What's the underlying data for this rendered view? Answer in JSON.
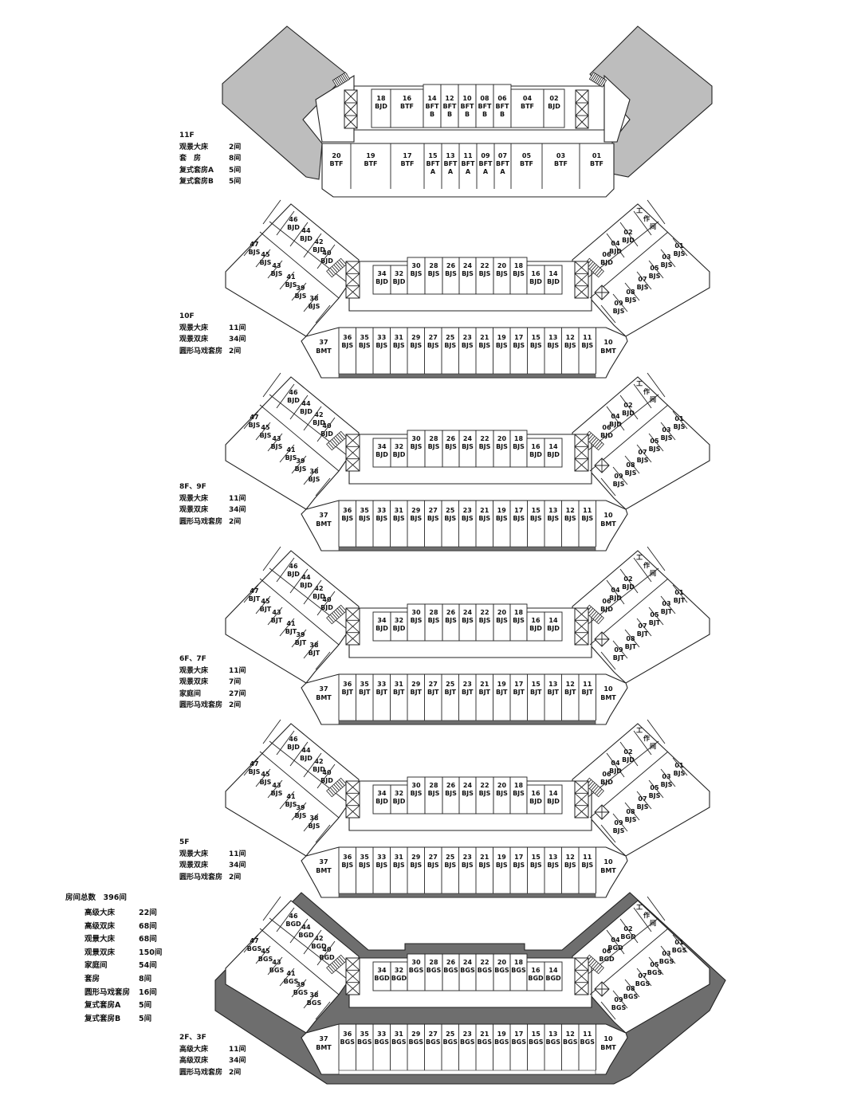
{
  "floors": [
    {
      "id": "11F",
      "label": "11F",
      "legend": [
        [
          "观景大床",
          "2间"
        ],
        [
          "套　房",
          "8间"
        ],
        [
          "复式套房A",
          "5间"
        ],
        [
          "复式套房B",
          "5间"
        ]
      ],
      "top_rooms": [
        [
          "18",
          "BJD"
        ],
        [
          "16",
          "BTF"
        ],
        [
          "14",
          "BFT",
          "B"
        ],
        [
          "12",
          "BFT",
          "B"
        ],
        [
          "10",
          "BFT",
          "B"
        ],
        [
          "08",
          "BFT",
          "B"
        ],
        [
          "06",
          "BFT",
          "B"
        ],
        [
          "04",
          "BTF"
        ],
        [
          "02",
          "BJD"
        ]
      ],
      "bottom_rooms": [
        [
          "20",
          "BTF"
        ],
        [
          "19",
          "BTF"
        ],
        [
          "17",
          "BTF"
        ],
        [
          "15",
          "BFT",
          "A"
        ],
        [
          "13",
          "BFT",
          "A"
        ],
        [
          "11",
          "BFT",
          "A"
        ],
        [
          "09",
          "BFT",
          "A"
        ],
        [
          "07",
          "BFT",
          "A"
        ],
        [
          "05",
          "BTF"
        ],
        [
          "03",
          "BTF"
        ],
        [
          "01",
          "BTF"
        ]
      ]
    },
    {
      "id": "10F",
      "label": "10F",
      "legend": [
        [
          "观景大床",
          "11间"
        ],
        [
          "观景双床",
          "34间"
        ],
        [
          "圆形马戏套房",
          "2间"
        ]
      ],
      "left_outer": [
        [
          "46",
          "BJD"
        ],
        [
          "44",
          "BJD"
        ],
        [
          "42",
          "BJD"
        ],
        [
          "40",
          "BJD"
        ]
      ],
      "left_inner": [
        [
          "47",
          "BJS"
        ],
        [
          "45",
          "BJS"
        ],
        [
          "43",
          "BJS"
        ],
        [
          "41",
          "BJS"
        ],
        [
          "39",
          "BJS"
        ],
        [
          "38",
          "BJS"
        ]
      ],
      "right_outer": [
        [
          "02",
          "BJD"
        ],
        [
          "04",
          "BJD"
        ],
        [
          "06",
          "BJD"
        ]
      ],
      "right_inner": [
        [
          "01",
          "BJS"
        ],
        [
          "03",
          "BJS"
        ],
        [
          "05",
          "BJS"
        ],
        [
          "07",
          "BJS"
        ],
        [
          "08",
          "BJS"
        ],
        [
          "09",
          "BJS"
        ]
      ],
      "mid_rooms": [
        [
          "34",
          "BJD"
        ],
        [
          "32",
          "BJD"
        ],
        [
          "30",
          "BJS"
        ],
        [
          "28",
          "BJS"
        ],
        [
          "26",
          "BJS"
        ],
        [
          "24",
          "BJS"
        ],
        [
          "22",
          "BJS"
        ],
        [
          "20",
          "BJS"
        ],
        [
          "18",
          "BJS"
        ],
        [
          "16",
          "BJD"
        ],
        [
          "14",
          "BJD"
        ]
      ],
      "bottom_end_left": [
        "37",
        "BMT"
      ],
      "bottom_rooms": [
        [
          "36",
          "BJS"
        ],
        [
          "35",
          "BJS"
        ],
        [
          "33",
          "BJS"
        ],
        [
          "31",
          "BJS"
        ],
        [
          "29",
          "BJS"
        ],
        [
          "27",
          "BJS"
        ],
        [
          "25",
          "BJS"
        ],
        [
          "23",
          "BJS"
        ],
        [
          "21",
          "BJS"
        ],
        [
          "19",
          "BJS"
        ],
        [
          "17",
          "BJS"
        ],
        [
          "15",
          "BJS"
        ],
        [
          "13",
          "BJS"
        ],
        [
          "12",
          "BJS"
        ],
        [
          "11",
          "BJS"
        ]
      ],
      "bottom_end_right": [
        "10",
        "BMT"
      ],
      "work_label": [
        "工",
        "作",
        "间"
      ]
    },
    {
      "id": "8F9F",
      "label": "8F、9F",
      "legend": [
        [
          "观景大床",
          "11间"
        ],
        [
          "观景双床",
          "34间"
        ],
        [
          "圆形马戏套房",
          "2间"
        ]
      ],
      "left_outer": [
        [
          "46",
          "BJD"
        ],
        [
          "44",
          "BJD"
        ],
        [
          "42",
          "BJD"
        ],
        [
          "40",
          "BJD"
        ]
      ],
      "left_inner": [
        [
          "47",
          "BJS"
        ],
        [
          "45",
          "BJS"
        ],
        [
          "43",
          "BJS"
        ],
        [
          "41",
          "BJS"
        ],
        [
          "39",
          "BJS"
        ],
        [
          "38",
          "BJS"
        ]
      ],
      "right_outer": [
        [
          "02",
          "BJD"
        ],
        [
          "04",
          "BJD"
        ],
        [
          "06",
          "BJD"
        ]
      ],
      "right_inner": [
        [
          "01",
          "BJS"
        ],
        [
          "03",
          "BJS"
        ],
        [
          "05",
          "BJS"
        ],
        [
          "07",
          "BJS"
        ],
        [
          "08",
          "BJS"
        ],
        [
          "09",
          "BJS"
        ]
      ],
      "mid_rooms": [
        [
          "34",
          "BJD"
        ],
        [
          "32",
          "BJD"
        ],
        [
          "30",
          "BJS"
        ],
        [
          "28",
          "BJS"
        ],
        [
          "26",
          "BJS"
        ],
        [
          "24",
          "BJS"
        ],
        [
          "22",
          "BJS"
        ],
        [
          "20",
          "BJS"
        ],
        [
          "18",
          "BJS"
        ],
        [
          "16",
          "BJD"
        ],
        [
          "14",
          "BJD"
        ]
      ],
      "bottom_end_left": [
        "37",
        "BMT"
      ],
      "bottom_rooms": [
        [
          "36",
          "BJS"
        ],
        [
          "35",
          "BJS"
        ],
        [
          "33",
          "BJS"
        ],
        [
          "31",
          "BJS"
        ],
        [
          "29",
          "BJS"
        ],
        [
          "27",
          "BJS"
        ],
        [
          "25",
          "BJS"
        ],
        [
          "23",
          "BJS"
        ],
        [
          "21",
          "BJS"
        ],
        [
          "19",
          "BJS"
        ],
        [
          "17",
          "BJS"
        ],
        [
          "15",
          "BJS"
        ],
        [
          "13",
          "BJS"
        ],
        [
          "12",
          "BJS"
        ],
        [
          "11",
          "BJS"
        ]
      ],
      "bottom_end_right": [
        "10",
        "BMT"
      ],
      "work_label": [
        "工",
        "作",
        "间"
      ]
    },
    {
      "id": "6F7F",
      "label": "6F、7F",
      "legend": [
        [
          "观景大床",
          "11间"
        ],
        [
          "观景双床",
          "7间"
        ],
        [
          "家庭间",
          "27间"
        ],
        [
          "圆形马戏套房",
          "2间"
        ]
      ],
      "left_outer": [
        [
          "46",
          "BJD"
        ],
        [
          "44",
          "BJD"
        ],
        [
          "42",
          "BJD"
        ],
        [
          "40",
          "BJD"
        ]
      ],
      "left_inner": [
        [
          "47",
          "BJT"
        ],
        [
          "45",
          "BJT"
        ],
        [
          "43",
          "BJT"
        ],
        [
          "41",
          "BJT"
        ],
        [
          "39",
          "BJT"
        ],
        [
          "38",
          "BJT"
        ]
      ],
      "right_outer": [
        [
          "02",
          "BJD"
        ],
        [
          "04",
          "BJD"
        ],
        [
          "06",
          "BJD"
        ]
      ],
      "right_inner": [
        [
          "01",
          "BJT"
        ],
        [
          "03",
          "BJT"
        ],
        [
          "05",
          "BJT"
        ],
        [
          "07",
          "BJT"
        ],
        [
          "08",
          "BJT"
        ],
        [
          "09",
          "BJT"
        ]
      ],
      "mid_rooms": [
        [
          "34",
          "BJD"
        ],
        [
          "32",
          "BJD"
        ],
        [
          "30",
          "BJS"
        ],
        [
          "28",
          "BJS"
        ],
        [
          "26",
          "BJS"
        ],
        [
          "24",
          "BJS"
        ],
        [
          "22",
          "BJS"
        ],
        [
          "20",
          "BJS"
        ],
        [
          "18",
          "BJS"
        ],
        [
          "16",
          "BJD"
        ],
        [
          "14",
          "BJD"
        ]
      ],
      "bottom_end_left": [
        "37",
        "BMT"
      ],
      "bottom_rooms": [
        [
          "36",
          "BJT"
        ],
        [
          "35",
          "BJT"
        ],
        [
          "33",
          "BJT"
        ],
        [
          "31",
          "BJT"
        ],
        [
          "29",
          "BJT"
        ],
        [
          "27",
          "BJT"
        ],
        [
          "25",
          "BJT"
        ],
        [
          "23",
          "BJT"
        ],
        [
          "21",
          "BJT"
        ],
        [
          "19",
          "BJT"
        ],
        [
          "17",
          "BJT"
        ],
        [
          "15",
          "BJT"
        ],
        [
          "13",
          "BJT"
        ],
        [
          "12",
          "BJT"
        ],
        [
          "11",
          "BJT"
        ]
      ],
      "bottom_end_right": [
        "10",
        "BMT"
      ],
      "work_label": [
        "工",
        "作",
        "间"
      ]
    },
    {
      "id": "5F",
      "label": "5F",
      "legend": [
        [
          "观景大床",
          "11间"
        ],
        [
          "观景双床",
          "34间"
        ],
        [
          "圆形马戏套房",
          "2间"
        ]
      ],
      "left_outer": [
        [
          "46",
          "BJD"
        ],
        [
          "44",
          "BJD"
        ],
        [
          "42",
          "BJD"
        ],
        [
          "40",
          "BJD"
        ]
      ],
      "left_inner": [
        [
          "47",
          "BJS"
        ],
        [
          "45",
          "BJS"
        ],
        [
          "43",
          "BJS"
        ],
        [
          "41",
          "BJS"
        ],
        [
          "39",
          "BJS"
        ],
        [
          "38",
          "BJS"
        ]
      ],
      "right_outer": [
        [
          "02",
          "BJD"
        ],
        [
          "04",
          "BJD"
        ],
        [
          "06",
          "BJD"
        ]
      ],
      "right_inner": [
        [
          "01",
          "BJS"
        ],
        [
          "03",
          "BJS"
        ],
        [
          "05",
          "BJS"
        ],
        [
          "07",
          "BJS"
        ],
        [
          "08",
          "BJS"
        ],
        [
          "09",
          "BJS"
        ]
      ],
      "mid_rooms": [
        [
          "34",
          "BJD"
        ],
        [
          "32",
          "BJD"
        ],
        [
          "30",
          "BJS"
        ],
        [
          "28",
          "BJS"
        ],
        [
          "26",
          "BJS"
        ],
        [
          "24",
          "BJS"
        ],
        [
          "22",
          "BJS"
        ],
        [
          "20",
          "BJS"
        ],
        [
          "18",
          "BJS"
        ],
        [
          "16",
          "BJD"
        ],
        [
          "14",
          "BJD"
        ]
      ],
      "bottom_end_left": [
        "37",
        "BMT"
      ],
      "bottom_rooms": [
        [
          "36",
          "BJS"
        ],
        [
          "35",
          "BJS"
        ],
        [
          "33",
          "BJS"
        ],
        [
          "31",
          "BJS"
        ],
        [
          "29",
          "BJS"
        ],
        [
          "27",
          "BJS"
        ],
        [
          "25",
          "BJS"
        ],
        [
          "23",
          "BJS"
        ],
        [
          "21",
          "BJS"
        ],
        [
          "19",
          "BJS"
        ],
        [
          "17",
          "BJS"
        ],
        [
          "15",
          "BJS"
        ],
        [
          "13",
          "BJS"
        ],
        [
          "12",
          "BJS"
        ],
        [
          "11",
          "BJS"
        ]
      ],
      "bottom_end_right": [
        "10",
        "BMT"
      ],
      "work_label": [
        "工",
        "作",
        "间"
      ]
    },
    {
      "id": "2F3F",
      "label": "2F、3F",
      "legend": [
        [
          "高级大床",
          "11间"
        ],
        [
          "高级双床",
          "34间"
        ],
        [
          "圆形马戏套房",
          "2间"
        ]
      ],
      "left_outer": [
        [
          "46",
          "BGD"
        ],
        [
          "44",
          "BGD"
        ],
        [
          "42",
          "BGD"
        ],
        [
          "40",
          "BGD"
        ]
      ],
      "left_inner": [
        [
          "47",
          "BGS"
        ],
        [
          "45",
          "BGS"
        ],
        [
          "43",
          "BGS"
        ],
        [
          "41",
          "BGS"
        ],
        [
          "39",
          "BGS"
        ],
        [
          "38",
          "BGS"
        ]
      ],
      "right_outer": [
        [
          "02",
          "BGD"
        ],
        [
          "04",
          "BGD"
        ],
        [
          "06",
          "BGD"
        ]
      ],
      "right_inner": [
        [
          "01",
          "BGS"
        ],
        [
          "03",
          "BGS"
        ],
        [
          "05",
          "BGS"
        ],
        [
          "07",
          "BGS"
        ],
        [
          "08",
          "BGS"
        ],
        [
          "09",
          "BGS"
        ]
      ],
      "mid_rooms": [
        [
          "34",
          "BGD"
        ],
        [
          "32",
          "BGD"
        ],
        [
          "30",
          "BGS"
        ],
        [
          "28",
          "BGS"
        ],
        [
          "26",
          "BGS"
        ],
        [
          "24",
          "BGS"
        ],
        [
          "22",
          "BGS"
        ],
        [
          "20",
          "BGS"
        ],
        [
          "18",
          "BGS"
        ],
        [
          "16",
          "BGD"
        ],
        [
          "14",
          "BGD"
        ]
      ],
      "bottom_end_left": [
        "37",
        "BMT"
      ],
      "bottom_rooms": [
        [
          "36",
          "BGS"
        ],
        [
          "35",
          "BGS"
        ],
        [
          "33",
          "BGS"
        ],
        [
          "31",
          "BGS"
        ],
        [
          "29",
          "BGS"
        ],
        [
          "27",
          "BGS"
        ],
        [
          "25",
          "BGS"
        ],
        [
          "23",
          "BGS"
        ],
        [
          "21",
          "BGS"
        ],
        [
          "19",
          "BGS"
        ],
        [
          "17",
          "BGS"
        ],
        [
          "15",
          "BGS"
        ],
        [
          "13",
          "BGS"
        ],
        [
          "12",
          "BGS"
        ],
        [
          "11",
          "BGS"
        ]
      ],
      "bottom_end_right": [
        "10",
        "BMT"
      ],
      "work_label": [
        "工",
        "作",
        "间"
      ]
    }
  ],
  "total": {
    "title": "房间总数　396间",
    "items": [
      [
        "高级大床",
        "22间"
      ],
      [
        "高级双床",
        "68间"
      ],
      [
        "观景大床",
        "68间"
      ],
      [
        "观景双床",
        "150间"
      ],
      [
        "家庭间",
        "54间"
      ],
      [
        "套房",
        "8间"
      ],
      [
        "圆形马戏套房",
        "16间"
      ],
      [
        "复式套房A",
        "5间"
      ],
      [
        "复式套房B",
        "5间"
      ]
    ]
  },
  "colors": {
    "line": "#222222",
    "shade": "#bdbdbd",
    "dark": "#6e6e6e"
  }
}
